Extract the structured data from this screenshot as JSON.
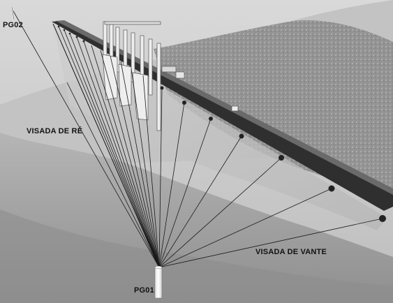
{
  "labels": {
    "pg02": "PG02",
    "visada_re": "VISADA DE RÉ",
    "visada_vante": "VISADA DE VANTE",
    "pg01": "PG01"
  },
  "colors": {
    "sky": "#d0d0d0",
    "hill": "#9e9e9e",
    "ground": "#a8a8a8",
    "dam_face": "#c6c6c6",
    "crest": "#3a3a3a",
    "sight_line": "#1a1a1a",
    "target": "#222222",
    "pillar": "#f2f2f2"
  },
  "scene": {
    "sight_lines": 21,
    "crest_targets": 7
  }
}
